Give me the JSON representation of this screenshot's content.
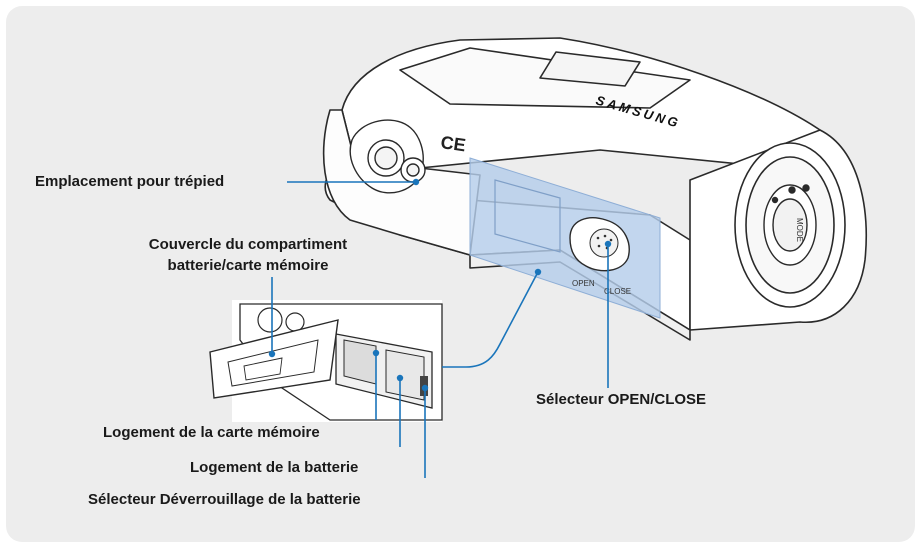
{
  "labels": {
    "tripod": "Emplacement pour trépied",
    "cover_line1": "Couvercle du compartiment",
    "cover_line2": "batterie/carte mémoire",
    "card_slot": "Logement de la carte mémoire",
    "battery_slot": "Logement de la batterie",
    "battery_release": "Sélecteur Déverrouillage de la batterie",
    "open_close": "Sélecteur OPEN/CLOSE"
  },
  "device": {
    "brand": "SAMSUNG",
    "switch_open": "OPEN",
    "switch_close": "CLOSE",
    "mode_label": "MODE",
    "ce_mark": "CE"
  },
  "colors": {
    "leader_line": "#1a75bb",
    "highlight": "#b5cdea",
    "panel_bg": "#ededed",
    "outline": "#2a2a2a"
  }
}
